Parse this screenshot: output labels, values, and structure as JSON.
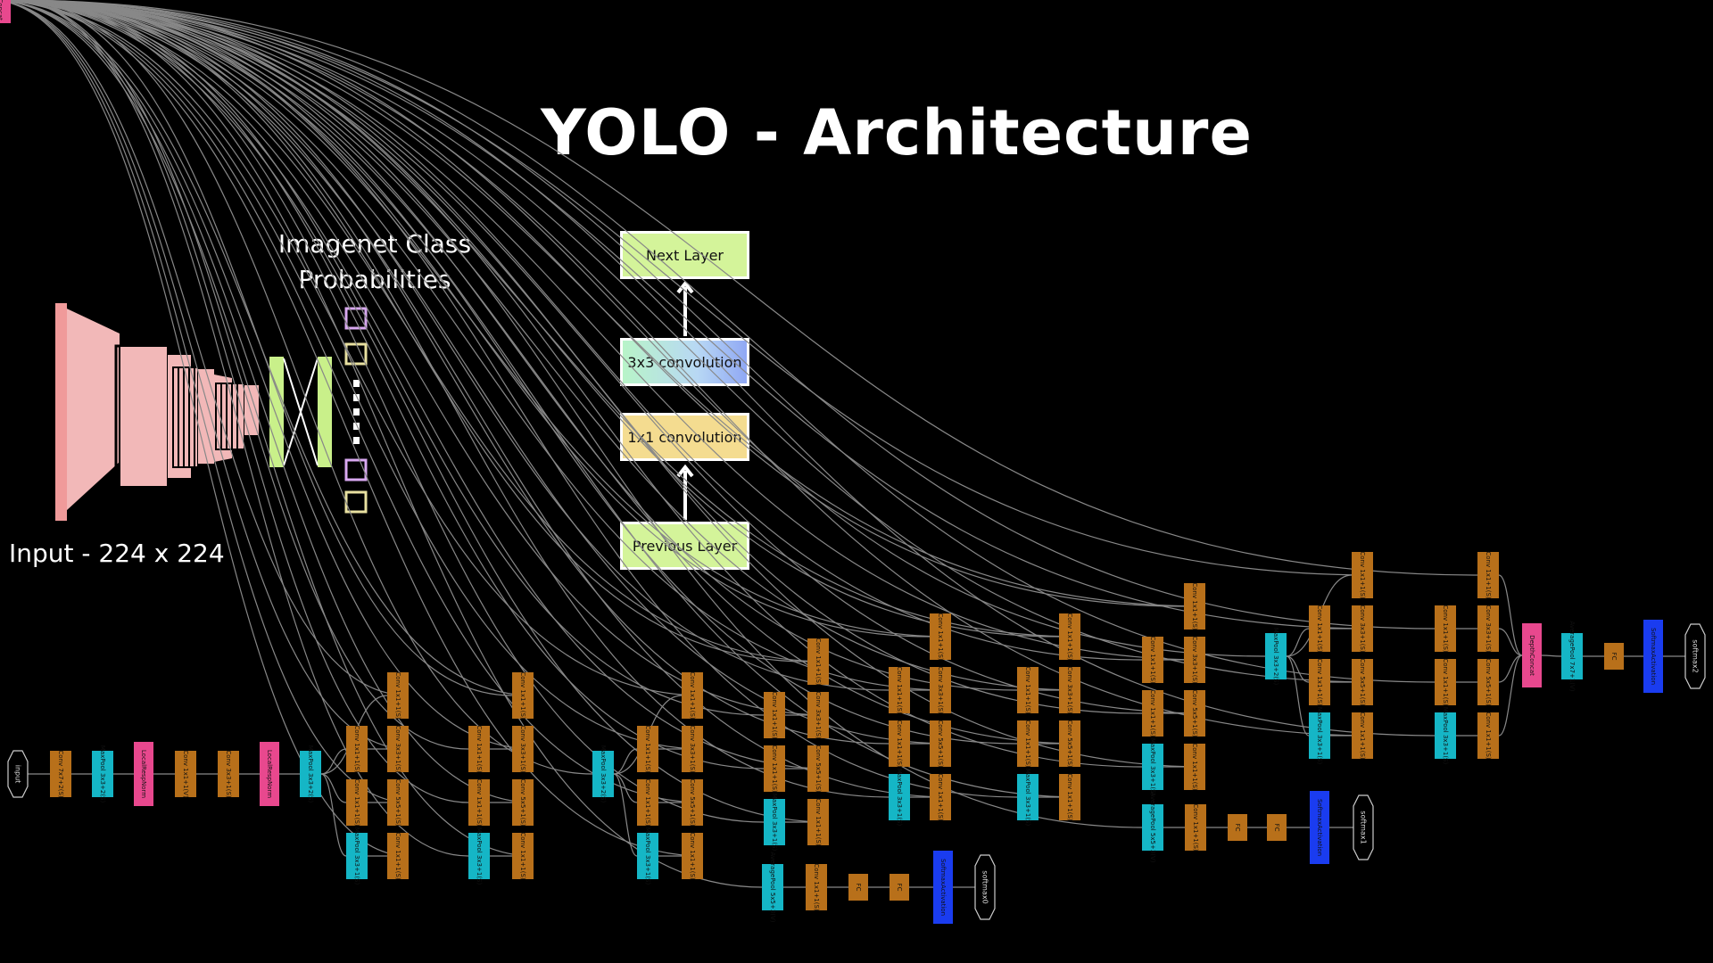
{
  "title": "YOLO - Architecture",
  "pretrain": {
    "label_line1": "Imagenet Class",
    "label_line2": "Probabilities",
    "input_label": "Input - 224 x 224"
  },
  "block": {
    "next": "Next Layer",
    "conv3": "3x3 convolution",
    "conv1": "1x1 convolution",
    "prev": "Previous Layer"
  },
  "colors": {
    "conv": "#b8701a",
    "pool": "#15b6c6",
    "norm": "#e8488e",
    "softmax": "#1a3cf0",
    "edge": "#888888"
  },
  "graph": {
    "nodes": [
      {
        "id": "input",
        "type": "io",
        "label": "input"
      },
      {
        "id": "conv1",
        "type": "conv",
        "label": "Conv 7x7+2(S)"
      },
      {
        "id": "pool1",
        "type": "pool",
        "label": "MaxPool 3x3+2(S)"
      },
      {
        "id": "lrn1",
        "type": "norm",
        "label": "LocalRespNorm"
      },
      {
        "id": "conv2",
        "type": "conv",
        "label": "Conv 1x1+1(V)"
      },
      {
        "id": "conv3",
        "type": "conv",
        "label": "Conv 3x3+1(S)"
      },
      {
        "id": "lrn2",
        "type": "norm",
        "label": "LocalRespNorm"
      },
      {
        "id": "pool2",
        "type": "pool",
        "label": "MaxPool 3x3+2(S)"
      },
      {
        "id": "a1",
        "type": "conv",
        "label": "Conv 1x1+1(S)"
      },
      {
        "id": "a2",
        "type": "conv",
        "label": "Conv 1x1+1(S)"
      },
      {
        "id": "a3",
        "type": "conv",
        "label": "Conv 1x1+1(S)"
      },
      {
        "id": "a4",
        "type": "pool",
        "label": "MaxPool 3x3+1(S)"
      },
      {
        "id": "a5",
        "type": "conv",
        "label": "Conv 1x1+1(S)"
      },
      {
        "id": "a6",
        "type": "conv",
        "label": "Conv 3x3+1(S)"
      },
      {
        "id": "a7",
        "type": "conv",
        "label": "Conv 5x5+1(S)"
      },
      {
        "id": "a8",
        "type": "conv",
        "label": "Conv 1x1+1(S)"
      },
      {
        "id": "dc1",
        "type": "norm",
        "label": "DepthConcat"
      },
      {
        "id": "b1",
        "type": "conv",
        "label": "Conv 1x1+1(S)"
      },
      {
        "id": "b2",
        "type": "conv",
        "label": "Conv 1x1+1(S)"
      },
      {
        "id": "b3",
        "type": "conv",
        "label": "Conv 1x1+1(S)"
      },
      {
        "id": "b4",
        "type": "pool",
        "label": "MaxPool 3x3+1(S)"
      },
      {
        "id": "b5",
        "type": "conv",
        "label": "Conv 1x1+1(S)"
      },
      {
        "id": "b6",
        "type": "conv",
        "label": "Conv 3x3+1(S)"
      },
      {
        "id": "b7",
        "type": "conv",
        "label": "Conv 5x5+1(S)"
      },
      {
        "id": "b8",
        "type": "conv",
        "label": "Conv 1x1+1(S)"
      },
      {
        "id": "dc2",
        "type": "norm",
        "label": "DepthConcat"
      },
      {
        "id": "pool3",
        "type": "pool",
        "label": "MaxPool 3x3+2(S)"
      },
      {
        "id": "c1",
        "type": "conv",
        "label": "Conv 1x1+1(S)"
      },
      {
        "id": "c2",
        "type": "conv",
        "label": "Conv 1x1+1(S)"
      },
      {
        "id": "c3",
        "type": "conv",
        "label": "Conv 1x1+1(S)"
      },
      {
        "id": "c4",
        "type": "pool",
        "label": "MaxPool 3x3+1(S)"
      },
      {
        "id": "c5",
        "type": "conv",
        "label": "Conv 1x1+1(S)"
      },
      {
        "id": "c6",
        "type": "conv",
        "label": "Conv 3x3+1(S)"
      },
      {
        "id": "c7",
        "type": "conv",
        "label": "Conv 5x5+1(S)"
      },
      {
        "id": "c8",
        "type": "conv",
        "label": "Conv 1x1+1(S)"
      },
      {
        "id": "dc3",
        "type": "norm",
        "label": "DepthConcat"
      },
      {
        "id": "d1",
        "type": "conv",
        "label": "Conv 1x1+1(S)"
      },
      {
        "id": "d2",
        "type": "conv",
        "label": "Conv 1x1+1(S)"
      },
      {
        "id": "d3",
        "type": "conv",
        "label": "Conv 1x1+1(S)"
      },
      {
        "id": "d4",
        "type": "pool",
        "label": "MaxPool 3x3+1(S)"
      },
      {
        "id": "d5",
        "type": "conv",
        "label": "Conv 1x1+1(S)"
      },
      {
        "id": "d6",
        "type": "conv",
        "label": "Conv 3x3+1(S)"
      },
      {
        "id": "d7",
        "type": "conv",
        "label": "Conv 5x5+1(S)"
      },
      {
        "id": "d8",
        "type": "conv",
        "label": "Conv 1x1+1(S)"
      },
      {
        "id": "dc4",
        "type": "norm",
        "label": "DepthConcat"
      },
      {
        "id": "e1",
        "type": "conv",
        "label": "Conv 1x1+1(S)"
      },
      {
        "id": "e2",
        "type": "conv",
        "label": "Conv 1x1+1(S)"
      },
      {
        "id": "e3",
        "type": "conv",
        "label": "Conv 1x1+1(S)"
      },
      {
        "id": "e4",
        "type": "pool",
        "label": "MaxPool 3x3+1(S)"
      },
      {
        "id": "e5",
        "type": "conv",
        "label": "Conv 1x1+1(S)"
      },
      {
        "id": "e6",
        "type": "conv",
        "label": "Conv 3x3+1(S)"
      },
      {
        "id": "e7",
        "type": "conv",
        "label": "Conv 5x5+1(S)"
      },
      {
        "id": "e8",
        "type": "conv",
        "label": "Conv 1x1+1(S)"
      },
      {
        "id": "dc5",
        "type": "norm",
        "label": "DepthConcat"
      },
      {
        "id": "f1",
        "type": "conv",
        "label": "Conv 1x1+1(S)"
      },
      {
        "id": "f2",
        "type": "conv",
        "label": "Conv 1x1+1(S)"
      },
      {
        "id": "f3",
        "type": "conv",
        "label": "Conv 1x1+1(S)"
      },
      {
        "id": "f4",
        "type": "pool",
        "label": "MaxPool 3x3+1(S)"
      },
      {
        "id": "f5",
        "type": "conv",
        "label": "Conv 1x1+1(S)"
      },
      {
        "id": "f6",
        "type": "conv",
        "label": "Conv 3x3+1(S)"
      },
      {
        "id": "f7",
        "type": "conv",
        "label": "Conv 5x5+1(S)"
      },
      {
        "id": "f8",
        "type": "conv",
        "label": "Conv 1x1+1(S)"
      },
      {
        "id": "dc6",
        "type": "norm",
        "label": "DepthConcat"
      },
      {
        "id": "g1",
        "type": "conv",
        "label": "Conv 1x1+1(S)"
      },
      {
        "id": "g2",
        "type": "conv",
        "label": "Conv 1x1+1(S)"
      },
      {
        "id": "g3",
        "type": "conv",
        "label": "Conv 1x1+1(S)"
      },
      {
        "id": "g4",
        "type": "pool",
        "label": "MaxPool 3x3+1(S)"
      },
      {
        "id": "g5",
        "type": "conv",
        "label": "Conv 1x1+1(S)"
      },
      {
        "id": "g6",
        "type": "conv",
        "label": "Conv 3x3+1(S)"
      },
      {
        "id": "g7",
        "type": "conv",
        "label": "Conv 5x5+1(S)"
      },
      {
        "id": "g8",
        "type": "conv",
        "label": "Conv 1x1+1(S)"
      },
      {
        "id": "dc7",
        "type": "norm",
        "label": "DepthConcat"
      },
      {
        "id": "pool4",
        "type": "pool",
        "label": "MaxPool 3x3+2(S)"
      },
      {
        "id": "h1",
        "type": "conv",
        "label": "Conv 1x1+1(S)"
      },
      {
        "id": "h2",
        "type": "conv",
        "label": "Conv 1x1+1(S)"
      },
      {
        "id": "h3",
        "type": "conv",
        "label": "Conv 1x1+1(S)"
      },
      {
        "id": "h4",
        "type": "pool",
        "label": "MaxPool 3x3+1(S)"
      },
      {
        "id": "h5",
        "type": "conv",
        "label": "Conv 1x1+1(S)"
      },
      {
        "id": "h6",
        "type": "conv",
        "label": "Conv 3x3+1(S)"
      },
      {
        "id": "h7",
        "type": "conv",
        "label": "Conv 5x5+1(S)"
      },
      {
        "id": "h8",
        "type": "conv",
        "label": "Conv 1x1+1(S)"
      },
      {
        "id": "dc8",
        "type": "norm",
        "label": "DepthConcat"
      },
      {
        "id": "i1",
        "type": "conv",
        "label": "Conv 1x1+1(S)"
      },
      {
        "id": "i2",
        "type": "conv",
        "label": "Conv 1x1+1(S)"
      },
      {
        "id": "i3",
        "type": "conv",
        "label": "Conv 1x1+1(S)"
      },
      {
        "id": "i4",
        "type": "pool",
        "label": "MaxPool 3x3+1(S)"
      },
      {
        "id": "i5",
        "type": "conv",
        "label": "Conv 1x1+1(S)"
      },
      {
        "id": "i6",
        "type": "conv",
        "label": "Conv 3x3+1(S)"
      },
      {
        "id": "i7",
        "type": "conv",
        "label": "Conv 5x5+1(S)"
      },
      {
        "id": "i8",
        "type": "conv",
        "label": "Conv 1x1+1(S)"
      },
      {
        "id": "dc9",
        "type": "norm",
        "label": "DepthConcat"
      },
      {
        "id": "avg3",
        "type": "pool",
        "label": "AveragePool 7x7+1(V)"
      },
      {
        "id": "fc3",
        "type": "conv",
        "label": "FC"
      },
      {
        "id": "sm3",
        "type": "softmax",
        "label": "SoftmaxActivation"
      },
      {
        "id": "out3",
        "type": "io",
        "label": "softmax2"
      },
      {
        "id": "avg1",
        "type": "pool",
        "label": "AveragePool 5x5+3(V)"
      },
      {
        "id": "aux1c",
        "type": "conv",
        "label": "Conv 1x1+1(S)"
      },
      {
        "id": "aux1f1",
        "type": "conv",
        "label": "FC"
      },
      {
        "id": "aux1f2",
        "type": "conv",
        "label": "FC"
      },
      {
        "id": "sm1",
        "type": "softmax",
        "label": "SoftmaxActivation"
      },
      {
        "id": "out1",
        "type": "io",
        "label": "softmax0"
      },
      {
        "id": "avg2",
        "type": "pool",
        "label": "AveragePool 5x5+3(V)"
      },
      {
        "id": "aux2c",
        "type": "conv",
        "label": "Conv 1x1+1(S)"
      },
      {
        "id": "aux2f1",
        "type": "conv",
        "label": "FC"
      },
      {
        "id": "aux2f2",
        "type": "conv",
        "label": "FC"
      },
      {
        "id": "sm2",
        "type": "softmax",
        "label": "SoftmaxActivation"
      },
      {
        "id": "out2",
        "type": "io",
        "label": "softmax1"
      }
    ]
  }
}
